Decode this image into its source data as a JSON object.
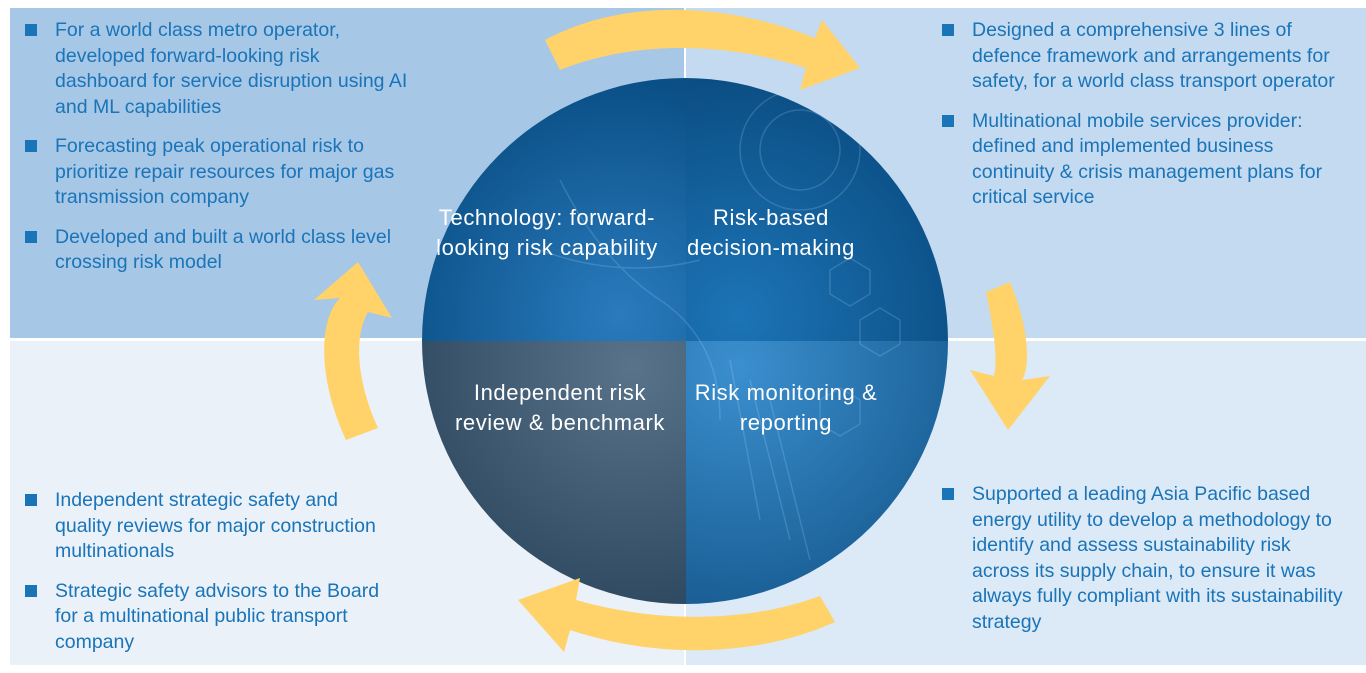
{
  "colors": {
    "bullet_text": "#1a74b8",
    "arrow": "#ffd26a",
    "quadrant_tl": "#a7c7e6",
    "quadrant_tr": "#c3daf0",
    "quadrant_bl": "#eaf1f8",
    "quadrant_br": "#dce9f6",
    "circle_top": "#0b5a97",
    "circle_bottom_left": "#3e5b72",
    "circle_bottom_right": "#1e6fa8"
  },
  "circle": {
    "technology": "Technology: forward-looking risk capability",
    "risk_based": "Risk-based decision-making",
    "independent": "Independent risk review & benchmark",
    "monitoring": "Risk monitoring & reporting"
  },
  "top_left": {
    "items": [
      "For a world class metro operator, developed forward-looking risk dashboard for service disruption using AI and ML capabilities",
      "Forecasting peak operational risk to prioritize repair resources for major gas transmission company",
      "Developed and built a world class level crossing risk model"
    ]
  },
  "top_right": {
    "items": [
      "Designed a comprehensive 3 lines of defence framework and arrangements for safety, for a world class transport operator",
      "Multinational mobile services provider: defined and implemented business continuity & crisis management plans for critical service"
    ]
  },
  "bottom_left": {
    "items": [
      "Independent strategic safety and quality reviews for major construction multinationals",
      "Strategic safety advisors to the Board for a multinational public transport company"
    ]
  },
  "bottom_right": {
    "items": [
      "Supported a leading Asia Pacific based energy utility to develop a methodology to identify and assess sustainability risk across its supply chain, to ensure it was always fully compliant with its sustainability strategy"
    ]
  }
}
